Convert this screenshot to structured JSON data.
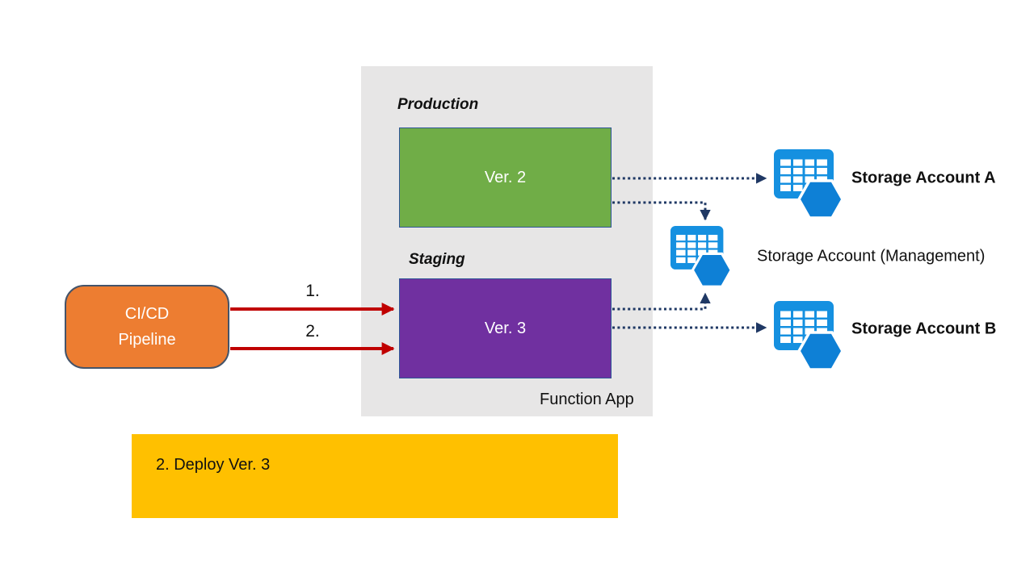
{
  "colors": {
    "panel-gray": "#E7E6E6",
    "green": "#70AD47",
    "purple": "#7030A0",
    "orange": "#ED7D31",
    "orange-border": "#44546A",
    "slot-border": "#2E5597",
    "yellow": "#FFC000",
    "red": "#C00000",
    "navy": "#1F3864",
    "azure": "#1590E0",
    "azure-dark": "#0E80D6"
  },
  "function_app": {
    "label": "Function App",
    "production_label": "Production",
    "staging_label": "Staging",
    "production_slot": "Ver. 2",
    "staging_slot": "Ver. 3"
  },
  "pipeline": {
    "line1": "CI/CD",
    "line2": "Pipeline"
  },
  "arrows": {
    "step1": "1.",
    "step2": "2."
  },
  "note": {
    "text": "2. Deploy Ver. 3"
  },
  "storage": {
    "a": {
      "label": "Storage Account A",
      "icon": "azure-table-storage-icon"
    },
    "management": {
      "label": "Storage Account (Management)",
      "icon": "azure-table-storage-icon"
    },
    "b": {
      "label": "Storage Account B",
      "icon": "azure-table-storage-icon"
    }
  }
}
